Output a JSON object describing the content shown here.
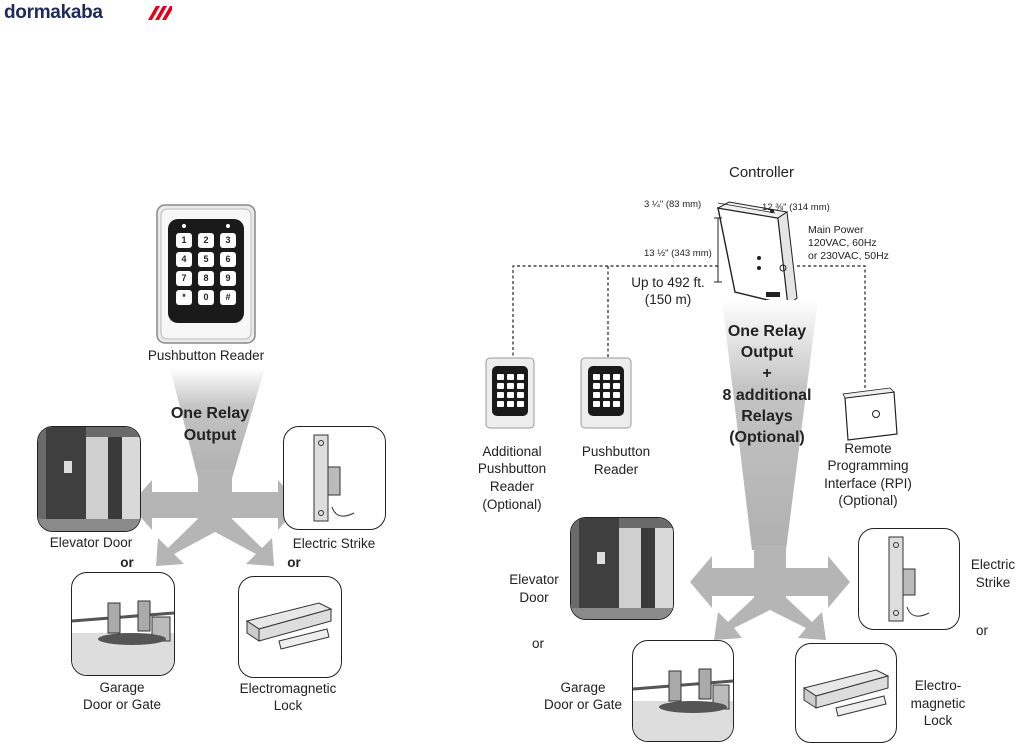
{
  "brand": {
    "name": "dormakaba",
    "color": "#1d2a5b",
    "accent": "#e2001a"
  },
  "left": {
    "reader_label": "Pushbutton Reader",
    "output_label_1": "One Relay",
    "output_label_2": "Output",
    "elevator_label": "Elevator Door",
    "strike_label": "Electric Strike",
    "or_1": "or",
    "or_2": "or",
    "garage_label_1": "Garage",
    "garage_label_2": "Door or Gate",
    "maglock_label_1": "Electromagnetic",
    "maglock_label_2": "Lock"
  },
  "right": {
    "controller_title": "Controller",
    "dim_depth": "3 ¼\" (83 mm)",
    "dim_width": "12 ⅜\" (314 mm)",
    "dim_height": "13 ½\" (343 mm)",
    "power_1": "Main Power",
    "power_2": "120VAC, 60Hz",
    "power_3": "or 230VAC, 50Hz",
    "distance_1": "Up to 492 ft.",
    "distance_2": "(150 m)",
    "output_1": "One Relay",
    "output_2": "Output",
    "output_3": "+",
    "output_4": "8 additional",
    "output_5": "Relays",
    "output_6": "(Optional)",
    "add_reader_1": "Additional",
    "add_reader_2": "Pushbutton",
    "add_reader_3": "Reader",
    "add_reader_4": "(Optional)",
    "reader_1": "Pushbutton",
    "reader_2": "Reader",
    "rpi_1": "Remote",
    "rpi_2": "Programming",
    "rpi_3": "Interface (RPI)",
    "rpi_4": "(Optional)",
    "elevator_1": "Elevator",
    "elevator_2": "Door",
    "strike_1": "Electric",
    "strike_2": "Strike",
    "or_1": "or",
    "or_2": "or",
    "garage_1": "Garage",
    "garage_2": "Door or Gate",
    "maglock_1": "Electro-",
    "maglock_2": "magnetic",
    "maglock_3": "Lock"
  },
  "keypad_keys": [
    "1",
    "2",
    "3",
    "4",
    "5",
    "6",
    "7",
    "8",
    "9",
    "*",
    "0",
    "#"
  ],
  "colors": {
    "arrow_gray": "#b5b5b5",
    "keypad_black": "#1a1a1a",
    "frame_gray": "#c9c9c9"
  }
}
